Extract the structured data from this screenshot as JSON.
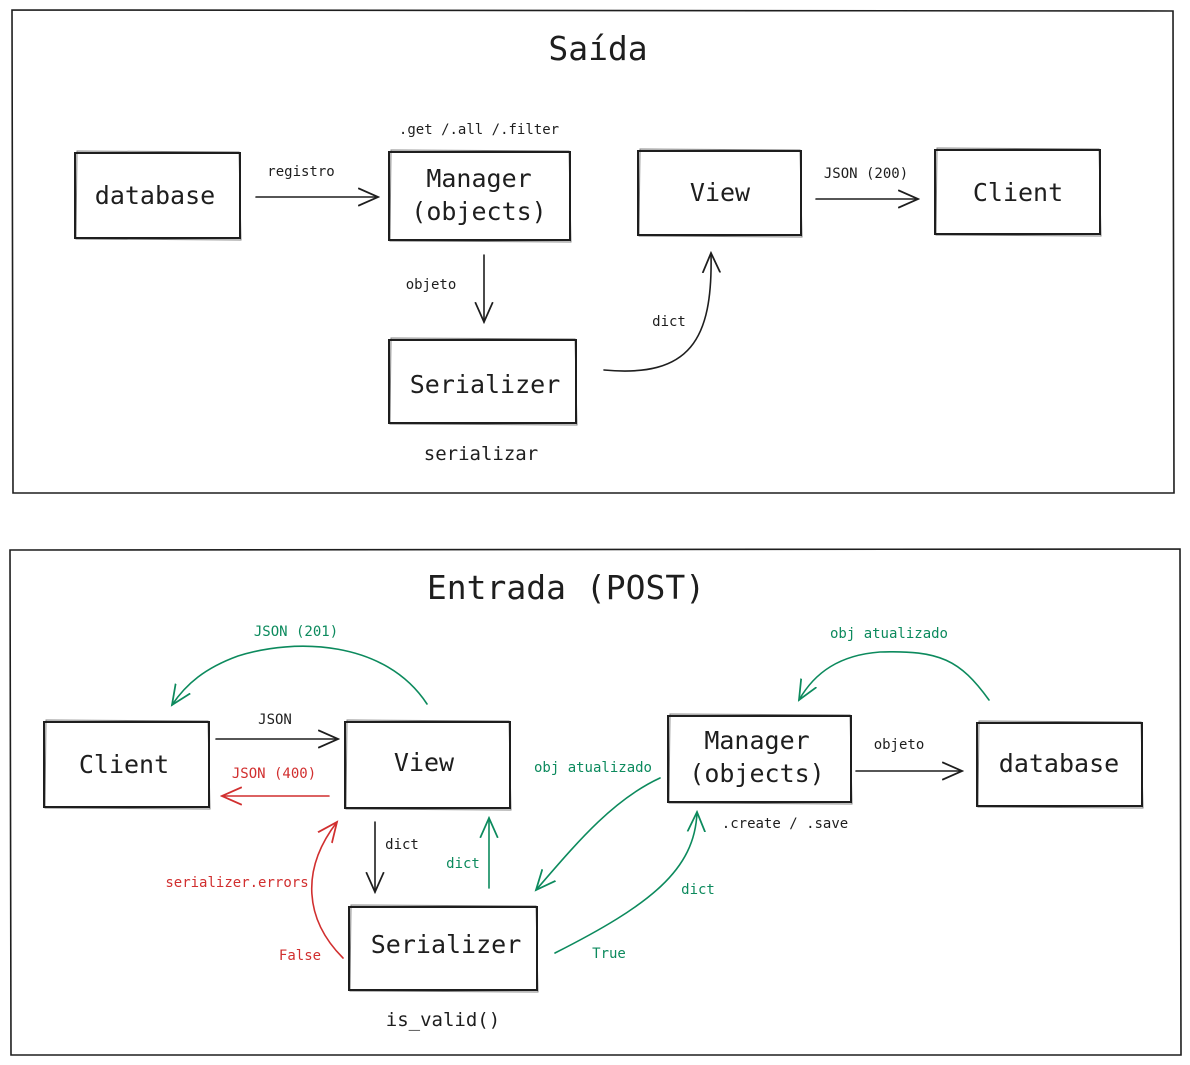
{
  "colors": {
    "ink": "#1e1e1e",
    "green": "#0c8a5d",
    "red": "#d12f2f"
  },
  "saida": {
    "title": "Saída",
    "boxes": {
      "database": "database",
      "manager": [
        "Manager",
        "(objects)"
      ],
      "view": "View",
      "client": "Client",
      "serializer": "Serializer"
    },
    "labels": {
      "manager_methods": ".get /.all /.filter",
      "registro": "registro",
      "objeto": "objeto",
      "dict": "dict",
      "json_200": "JSON (200)",
      "serializar": "serializar"
    }
  },
  "entrada": {
    "title": "Entrada (POST)",
    "boxes": {
      "client": "Client",
      "view": "View",
      "manager": [
        "Manager",
        "(objects)"
      ],
      "database": "database",
      "serializer": "Serializer"
    },
    "labels": {
      "json_201": "JSON (201)",
      "json": "JSON",
      "json_400": "JSON (400)",
      "dict_down": "dict",
      "dict_up": "dict",
      "serializer_errors": "serializer.errors",
      "false": "False",
      "is_valid": "is_valid()",
      "obj_atualizado_top": "obj atualizado",
      "obj_atualizado_mid": "obj atualizado",
      "objeto": "objeto",
      "create_save": ".create / .save",
      "dict_right": "dict",
      "true": "True"
    }
  }
}
